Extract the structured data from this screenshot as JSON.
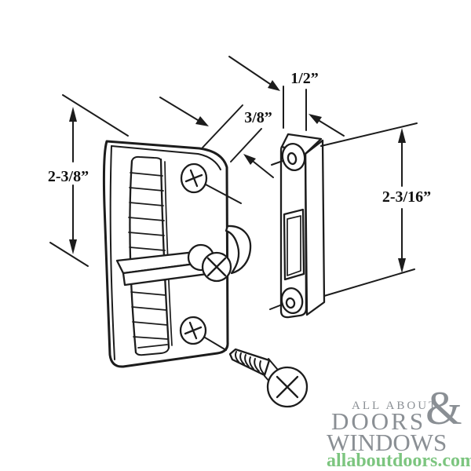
{
  "colors": {
    "background": "#ffffff",
    "line_art": "#1c1c1c",
    "logo_gray": "#8a8f94",
    "logo_green": "#7cc57f"
  },
  "dimensions": {
    "latch_height": "2-3/8”",
    "latch_depth": "3/8”",
    "keeper_width": "1/2”",
    "keeper_height": "2-3/16”"
  },
  "parts": {
    "latch": "latch-handle",
    "keeper": "keeper-plate",
    "screw": "mounting-screw"
  },
  "logo": {
    "top": "ALL ABOUT",
    "ampersand": "&",
    "middle": "DOORS",
    "bottom": "WINDOWS",
    "website": "allaboutdoors.com"
  }
}
